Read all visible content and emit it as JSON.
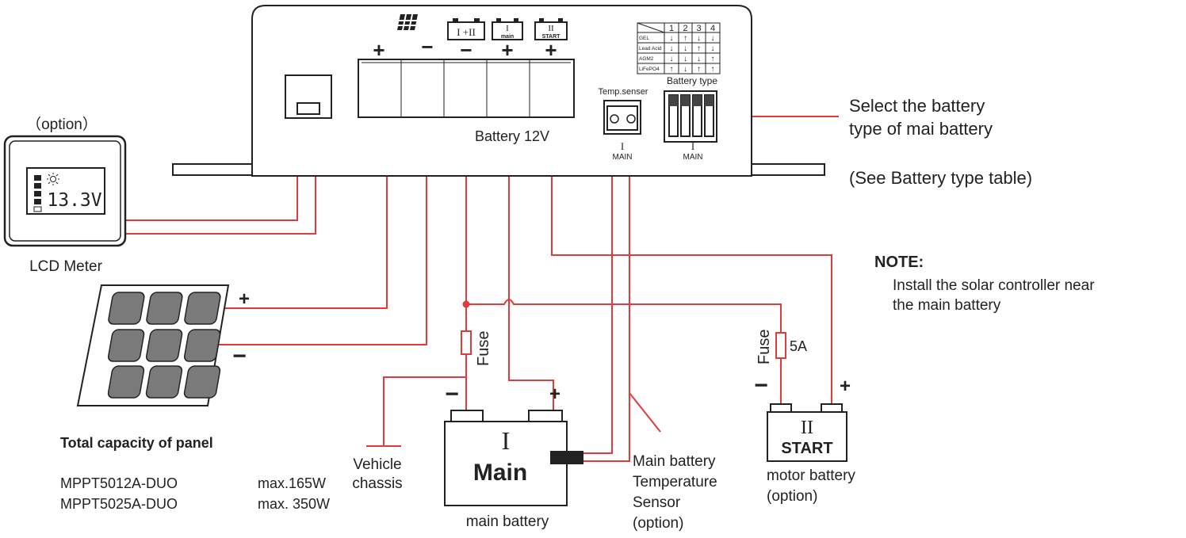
{
  "colors": {
    "wire": "#e23a3a",
    "outline": "#222222",
    "cell_fill": "#7a7a7a",
    "background": "#ffffff"
  },
  "controller": {
    "terminals": {
      "pv_plus": "+",
      "pv_minus": "−",
      "common_minus": "−",
      "main_plus": "+",
      "start_plus": "+",
      "icon_common": "I +II",
      "icon_main_num": "I",
      "icon_main_word": "main",
      "icon_start_num": "II",
      "icon_start_word": "START"
    },
    "battery_label": "Battery 12V",
    "temp_sensor_label": "Temp.senser",
    "temp_sensor_sub_num": "I",
    "temp_sensor_sub_word": "MAIN",
    "dip_label": "Battery type",
    "dip_sub_num": "I",
    "dip_sub_word": "MAIN",
    "type_table": {
      "columns": [
        "1",
        "2",
        "3",
        "4"
      ],
      "rows": [
        {
          "name": "GEL",
          "values": [
            "↓",
            "↑",
            "↓",
            "↓"
          ]
        },
        {
          "name": "Lead Acid",
          "values": [
            "↓",
            "↓",
            "↑",
            "↓"
          ]
        },
        {
          "name": "AGM2",
          "values": [
            "↓",
            "↓",
            "↓",
            "↑"
          ]
        },
        {
          "name": "LiFePO4",
          "values": [
            "↑",
            "↓",
            "↑",
            "↑"
          ]
        }
      ]
    }
  },
  "lcd": {
    "option_label": "（option）",
    "reading": "13.3V",
    "label": "LCD  Meter"
  },
  "panel": {
    "plus": "+",
    "minus": "−",
    "capacity_title": "Total capacity of panel",
    "models": [
      {
        "model": "MPPT5012A-DUO",
        "max": "max.165W"
      },
      {
        "model": "MPPT5025A-DUO",
        "max": "max. 350W"
      }
    ]
  },
  "fuse_main": {
    "label": "Fuse"
  },
  "fuse_start": {
    "label": "Fuse",
    "rating": "5A"
  },
  "chassis": {
    "line1": "Vehicle",
    "line2": "chassis"
  },
  "main_battery": {
    "minus": "−",
    "plus": "+",
    "numeral": "I",
    "name": "Main",
    "caption": "main battery"
  },
  "sensor_note": {
    "lines": [
      "Main battery",
      "Temperature",
      "Sensor",
      "(option)"
    ]
  },
  "start_battery": {
    "minus": "−",
    "plus": "+",
    "numeral": "II",
    "name": "START",
    "caption_lines": [
      "motor battery",
      "(option)"
    ]
  },
  "select_note": {
    "lines": [
      "Select the battery",
      "type of mai battery"
    ],
    "see": "(See Battery type table)"
  },
  "note": {
    "title": "NOTE:",
    "lines": [
      "Install the solar controller near",
      "the main battery"
    ]
  }
}
